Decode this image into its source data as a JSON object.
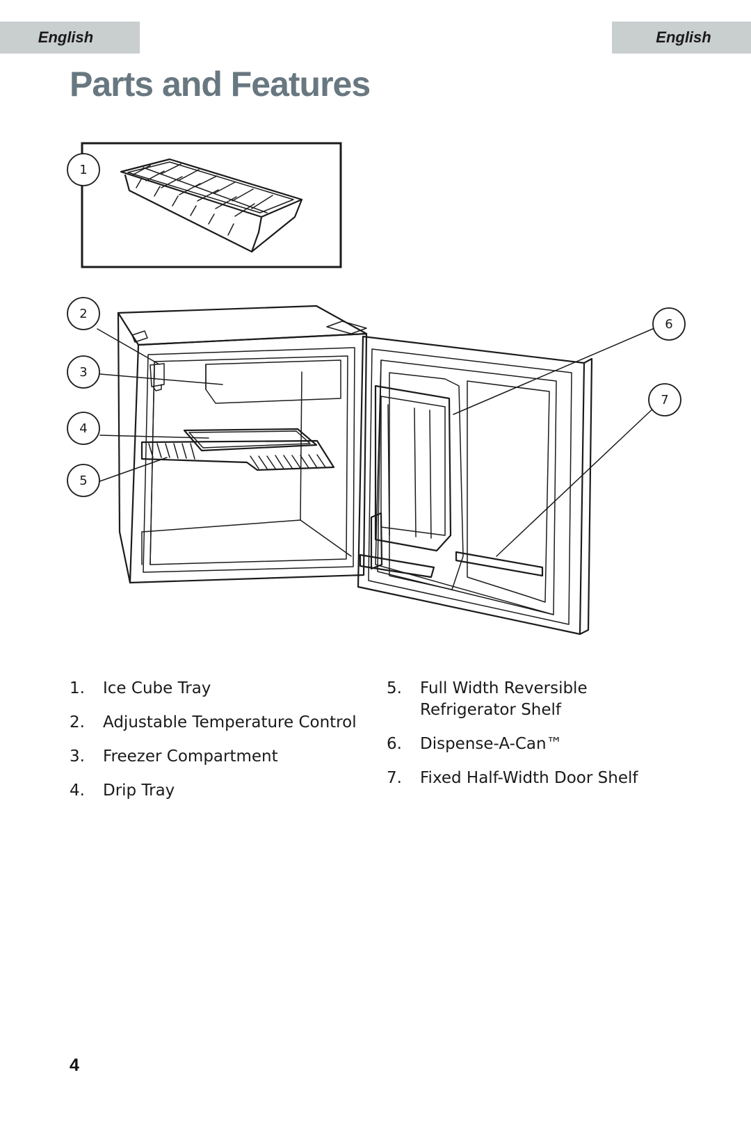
{
  "header": {
    "language_tab_left": "English",
    "language_tab_right": "English"
  },
  "page_title": "Parts and Features",
  "callouts": [
    "1",
    "2",
    "3",
    "4",
    "5",
    "6",
    "7"
  ],
  "parts_left": [
    {
      "num": "1.",
      "label": "Ice Cube Tray"
    },
    {
      "num": "2.",
      "label": "Adjustable Temperature Control"
    },
    {
      "num": "3.",
      "label": "Freezer Compartment"
    },
    {
      "num": "4.",
      "label": "Drip Tray"
    }
  ],
  "parts_right": [
    {
      "num": "5.",
      "label": "Full Width Reversible Refrigerator Shelf"
    },
    {
      "num": "6.",
      "label": "Dispense-A-Can™"
    },
    {
      "num": "7.",
      "label": "Fixed Half-Width Door Shelf"
    }
  ],
  "page_number": "4",
  "colors": {
    "title": "#687780",
    "tab_background": "#c9cecf",
    "line_art": "#1b1b1b"
  }
}
